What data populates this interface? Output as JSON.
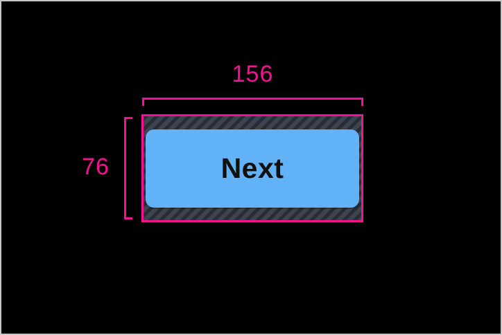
{
  "annotation": {
    "width_label": "156",
    "height_label": "76"
  },
  "button": {
    "label": "Next"
  },
  "colors": {
    "background": "#000000",
    "frame_border": "#c7c7c7",
    "measurement": "#f31390",
    "button_fill": "#62b2f7",
    "button_text": "#101010",
    "hatch_base": "#3d4450",
    "hatch_stripe": "#282d35"
  }
}
